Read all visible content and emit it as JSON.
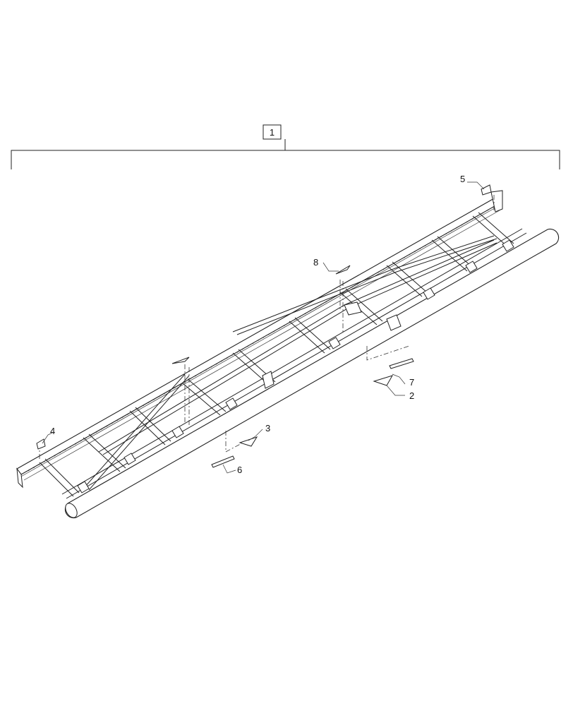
{
  "diagram": {
    "assembly_callout": "1",
    "callouts": [
      "2",
      "3",
      "4",
      "5",
      "6",
      "7",
      "8"
    ]
  }
}
